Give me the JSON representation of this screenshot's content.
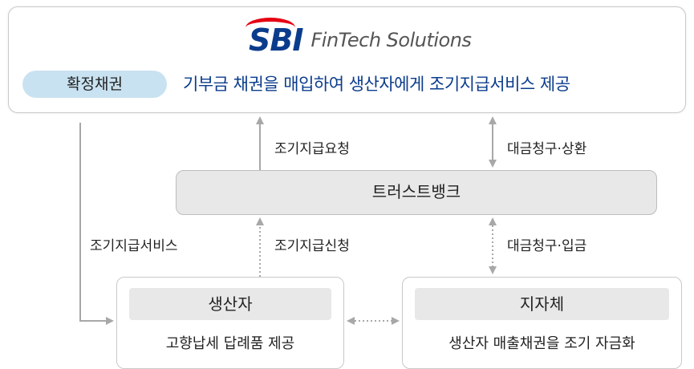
{
  "logo": {
    "mark": "SBI",
    "text": "FinTech Solutions"
  },
  "top": {
    "badge": "확정채권",
    "headline": "기부금 채권을 매입하여 생산자에게 조기지급서비스 제공"
  },
  "trust_bank": "트러스트뱅크",
  "producer": {
    "title": "생산자",
    "subtitle": "고향납세 답례품 제공"
  },
  "local_gov": {
    "title": "지자체",
    "subtitle": "생산자 매출채권을 조기 자금화"
  },
  "labels": {
    "early_payment_request": "조기지급요청",
    "billing_repayment": "대금청구·상환",
    "early_payment_service": "조기지급서비스",
    "early_payment_application": "조기지급신청",
    "billing_deposit": "대금청구·입금"
  },
  "colors": {
    "brand_blue": "#0b3c8c",
    "brand_red": "#e60012",
    "badge_bg": "#c9e2f1",
    "arrow": "#a8a8a8"
  }
}
